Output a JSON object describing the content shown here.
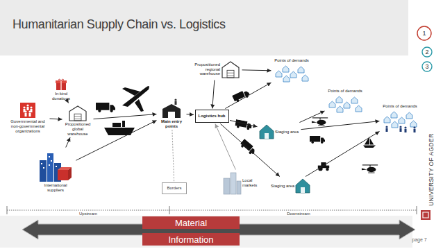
{
  "diagram": {
    "title": "Humanitarian Supply Chain vs. Logistics",
    "nodes": [
      {
        "text": [
          "Governmental and non-governmental organizations"
        ]
      },
      {
        "text": [
          "In-kind donations"
        ]
      },
      {
        "text": [
          "Propositioned global warehouse"
        ]
      },
      {
        "text": [
          "International suppliers"
        ]
      },
      {
        "text": [
          "Main entry points"
        ]
      },
      {
        "text": [
          "Borders"
        ]
      },
      {
        "text": [
          "Propositioned regional warehouse"
        ]
      },
      {
        "text": [
          "Logistics hub"
        ]
      },
      {
        "text": [
          "Local markets"
        ]
      },
      {
        "text": [
          "Points of demands"
        ]
      },
      {
        "text": [
          "Staging area"
        ]
      },
      {
        "text": [
          "Points of demands"
        ]
      },
      {
        "text": [
          "Staging area"
        ]
      },
      {
        "text": [
          "Points of demands"
        ]
      },
      {
        "text": [
          "1"
        ]
      },
      {
        "text": [
          "2"
        ]
      },
      {
        "text": [
          "3"
        ]
      },
      {
        "text": [
          "Material"
        ]
      },
      {
        "text": [
          "Information"
        ]
      }
    ],
    "edges": [
      {
        "from": 0,
        "to": 2,
        "arrow": "to"
      },
      {
        "from": 1,
        "to": 2,
        "arrow": "to"
      },
      {
        "from": 3,
        "to": 2,
        "arrow": "to"
      },
      {
        "from": 3,
        "to": 4,
        "arrow": "to"
      },
      {
        "from": 2,
        "to": 4,
        "arrow": "to"
      },
      {
        "from": 4,
        "to": 7,
        "arrow": "to"
      },
      {
        "from": 4,
        "to": 5,
        "arrow": "none"
      },
      {
        "from": 6,
        "to": 7,
        "arrow": "to"
      },
      {
        "from": 8,
        "to": 7,
        "arrow": "to"
      },
      {
        "from": 6,
        "to": 9,
        "arrow": "to"
      },
      {
        "from": 7,
        "to": 9,
        "arrow": "to"
      },
      {
        "from": 7,
        "to": 10,
        "arrow": "to"
      },
      {
        "from": 7,
        "to": 12,
        "arrow": "to"
      },
      {
        "from": 10,
        "to": 11,
        "arrow": "to"
      },
      {
        "from": 10,
        "to": 13,
        "arrow": "to"
      },
      {
        "from": 12,
        "to": 13,
        "arrow": "to"
      }
    ],
    "labels": [
      "Upstream",
      "Downstream",
      "UNIVERSITY OF AGDER",
      "page 7"
    ]
  }
}
